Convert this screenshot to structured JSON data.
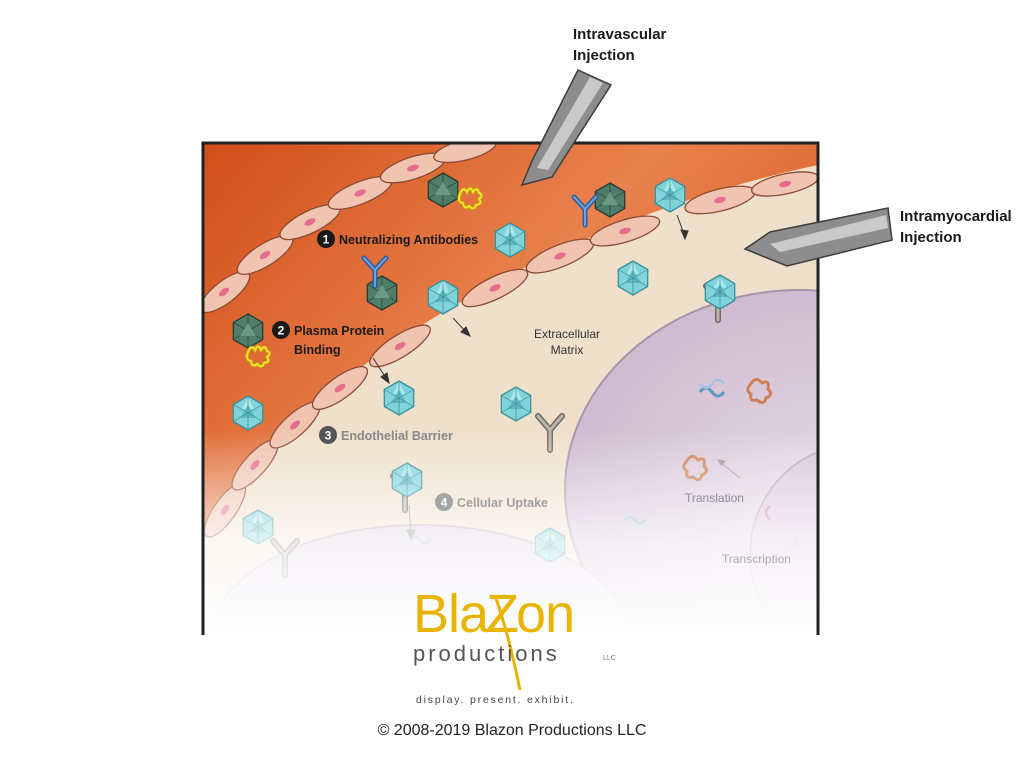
{
  "labels": {
    "intravascular_1": "Intravascular",
    "intravascular_2": "Injection",
    "intramyocardial_1": "Intramyocardial",
    "intramyocardial_2": "Injection",
    "extracellular_1": "Extracellular",
    "extracellular_2": "Matrix",
    "translation": "Translation",
    "transcription": "Transcription"
  },
  "steps": [
    {
      "number": "1",
      "line1": "Neutralizing Antibodies"
    },
    {
      "number": "2",
      "line1": "Plasma Protein",
      "line2": "Binding"
    },
    {
      "number": "3",
      "line1": "Endothelial Barrier"
    },
    {
      "number": "4",
      "line1": "Cellular Uptake"
    }
  ],
  "logo": {
    "word_a": "Bla",
    "word_b": "Z",
    "word_c": "on",
    "sub": "productions",
    "llc": "LLC",
    "tagline": "display. present. exhibit."
  },
  "copyright": "© 2008-2019 Blazon Productions LLC",
  "colors": {
    "blood": "#d85a22",
    "matrix": "#efe0cb",
    "cell_membrane": "#e9c4c0",
    "nucleus": "#d9c5dc",
    "capsid": "#7fd3d9",
    "antibody": "#3f7ac0",
    "logo_gold": "#e8b400"
  }
}
